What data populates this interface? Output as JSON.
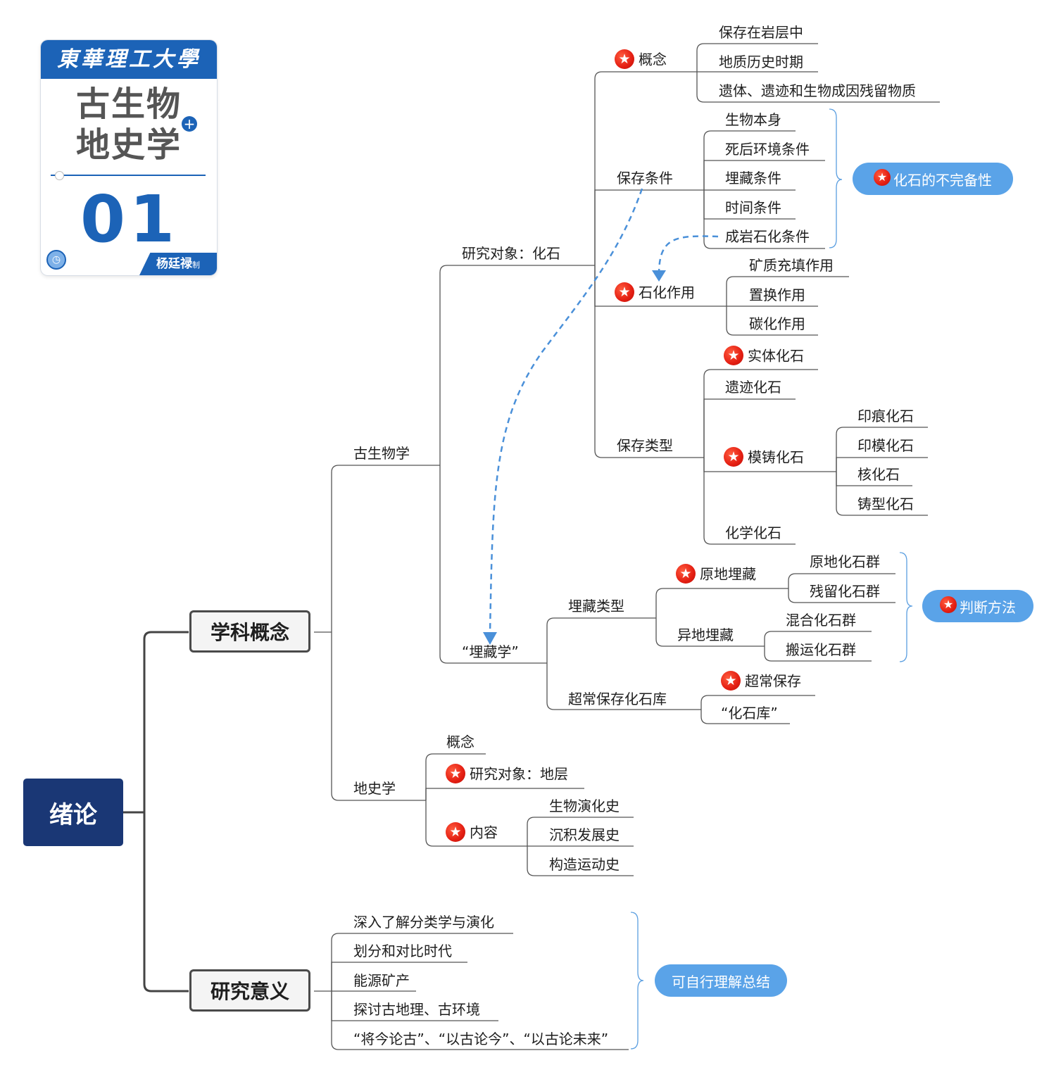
{
  "logo": {
    "university": "東華理工大學",
    "title_line1": "古生物",
    "title_line2": "地史学",
    "number": "01",
    "author": "杨廷禄",
    "author_suffix": "制"
  },
  "root": "绪论",
  "sections": {
    "discipline": "学科概念",
    "significance": "研究意义"
  },
  "paleontology": {
    "label": "古生物学",
    "object": "研究对象：化石",
    "concept": {
      "label": "概念",
      "items": [
        "保存在岩层中",
        "地质历史时期",
        "遗体、遗迹和生物成因残留物质"
      ]
    },
    "conditions": {
      "label": "保存条件",
      "items": [
        "生物本身",
        "死后环境条件",
        "埋藏条件",
        "时间条件",
        "成岩石化条件"
      ],
      "callout": "化石的不完备性"
    },
    "petrifaction": {
      "label": "石化作用",
      "items": [
        "矿质充填作用",
        "置换作用",
        "碳化作用"
      ]
    },
    "types": {
      "label": "保存类型",
      "solid": "实体化石",
      "trace": "遗迹化石",
      "mold": {
        "label": "模铸化石",
        "items": [
          "印痕化石",
          "印模化石",
          "核化石",
          "铸型化石"
        ]
      },
      "chemical": "化学化石"
    }
  },
  "taphonomy": {
    "label": "“埋藏学”",
    "burial_types": {
      "label": "埋藏类型",
      "in_situ": {
        "label": "原地埋藏",
        "items": [
          "原地化石群",
          "残留化石群"
        ]
      },
      "ex_situ": {
        "label": "异地埋藏",
        "items": [
          "混合化石群",
          "搬运化石群"
        ]
      },
      "callout": "判断方法"
    },
    "lagerstatte": {
      "label": "超常保存化石库",
      "items": [
        "超常保存",
        "“化石库”"
      ]
    }
  },
  "historical_geology": {
    "label": "地史学",
    "concept": "概念",
    "object": "研究对象：地层",
    "content": {
      "label": "内容",
      "items": [
        "生物演化史",
        "沉积发展史",
        "构造运动史"
      ]
    }
  },
  "significance_items": [
    "深入了解分类学与演化",
    "划分和对比时代",
    "能源矿产",
    "探讨古地理、古环境",
    "“将今论古”、“以古论今”、“以古论未来”"
  ],
  "significance_callout": "可自行理解总结",
  "colors": {
    "root_bg": "#1a3775",
    "logo_blue": "#1c63b7",
    "callout_blue": "#5aa3e8",
    "dashed_arrow": "#4a90d9",
    "star_red": "#e41e12",
    "line": "#444444"
  },
  "icons": {
    "priority": "star-badge-icon",
    "relationship": "dashed-arrow"
  }
}
